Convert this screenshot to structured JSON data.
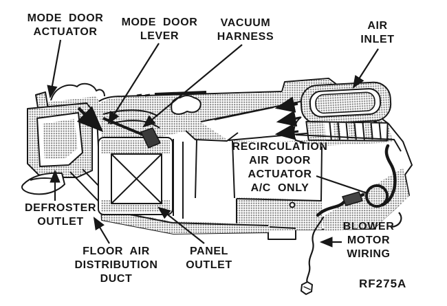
{
  "figure": {
    "code": "RF275A"
  },
  "labels": {
    "mode_door_actuator": {
      "lines": [
        "MODE DOOR",
        "ACTUATOR"
      ]
    },
    "mode_door_lever": {
      "lines": [
        "MODE DOOR",
        "LEVER"
      ]
    },
    "vacuum_harness": {
      "lines": [
        "VACUUM",
        "HARNESS"
      ]
    },
    "air_inlet": {
      "lines": [
        "AIR",
        "INLET"
      ]
    },
    "recirculation_air_door_actuator": {
      "lines": [
        "RECIRCULATION",
        "AIR DOOR",
        "ACTUATOR",
        "A/C ONLY"
      ]
    },
    "defroster_outlet": {
      "lines": [
        "DEFROSTER",
        "OUTLET"
      ]
    },
    "floor_air_distribution_duct": {
      "lines": [
        "FLOOR AIR",
        "DISTRIBUTION",
        "DUCT"
      ]
    },
    "panel_outlet": {
      "lines": [
        "PANEL",
        "OUTLET"
      ]
    },
    "blower_motor_wiring": {
      "lines": [
        "BLOWER",
        "MOTOR",
        "WIRING"
      ]
    }
  },
  "colors": {
    "ink": "#171717",
    "halftone_dot": "#858585",
    "background": "#ffffff",
    "dark_component": "#3a3a3a"
  }
}
